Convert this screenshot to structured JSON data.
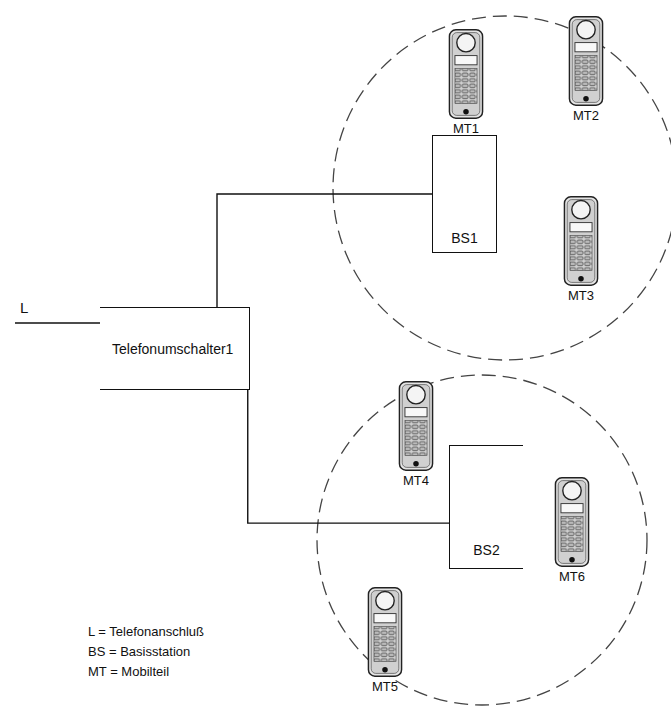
{
  "diagram": {
    "nodes": [
      {
        "text": [
          "Telefonumschalter1"
        ]
      },
      {
        "text": [
          "BS1"
        ]
      },
      {
        "text": [
          "BS2"
        ]
      }
    ],
    "edges": [
      {
        "from": 0,
        "to": 1,
        "arrow": "none"
      },
      {
        "from": 0,
        "to": 2,
        "arrow": "none"
      }
    ],
    "labels": [
      "L",
      "MT1",
      "MT2",
      "MT3",
      "MT4",
      "MT5",
      "MT6",
      "L = Telefonanschluß",
      "BS = Basisstation",
      "MT = Mobilteil"
    ]
  }
}
